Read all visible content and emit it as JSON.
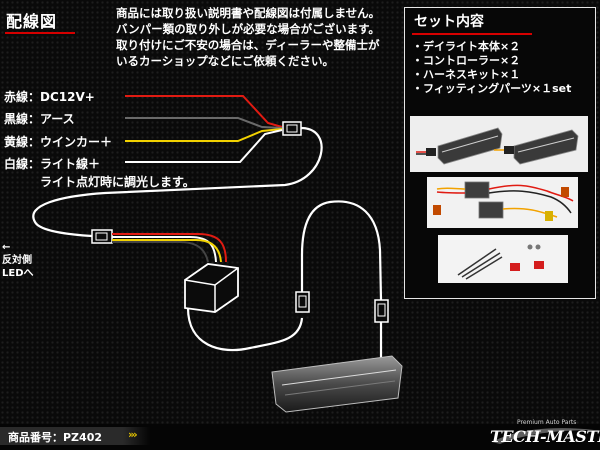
{
  "diagram": {
    "title": "配線図",
    "notice": [
      "商品には取り扱い説明書や配線図は付属しません。",
      "バンパー類の取り外しが必要な場合がございます。",
      "取り付けにご不安の場合は、ディーラーや整備士が",
      "いるカーショップなどにご依頼ください。"
    ],
    "wires": [
      {
        "label": "赤線：DC12V+",
        "color": "#e01b12"
      },
      {
        "label": "黒線：アース",
        "color": "#6a6a6a"
      },
      {
        "label": "黄線：ウインカー＋",
        "color": "#f2d200"
      },
      {
        "label": "白線：ライト線＋",
        "color": "#ffffff"
      }
    ],
    "wire_note": "ライト点灯時に調光します。",
    "side_label": [
      "←",
      "反対側",
      "LEDへ"
    ]
  },
  "set_contents": {
    "title": "セット内容",
    "items": [
      "・デイライト本体×２",
      "・コントローラー×２",
      "・ハーネスキット×１",
      "・フィッティングパーツ×１set"
    ]
  },
  "footer": {
    "product_code": "商品番号：PZ402",
    "chevrons": "›››",
    "brand_tagline": "Premium Auto Parts",
    "brand_name": "TECH-MASTER"
  },
  "icons": [
    "connector-icon",
    "controller-box-icon",
    "daylight-lamp-icon",
    "chevron-right-icon"
  ]
}
